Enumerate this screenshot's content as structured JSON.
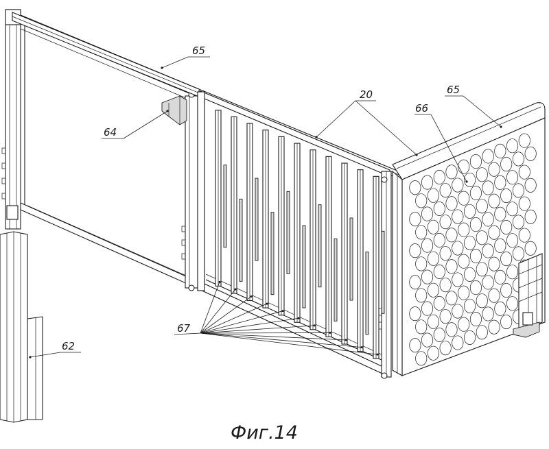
{
  "labels": {
    "ref_62": "62",
    "ref_64": "64",
    "ref_65_top": "65",
    "ref_65_right": "65",
    "ref_20": "20",
    "ref_66": "66",
    "ref_67": "67"
  },
  "caption": "Фиг.14",
  "colors": {
    "line": "#1a1a1a",
    "background": "#ffffff",
    "shade": "#d9d9d9"
  }
}
